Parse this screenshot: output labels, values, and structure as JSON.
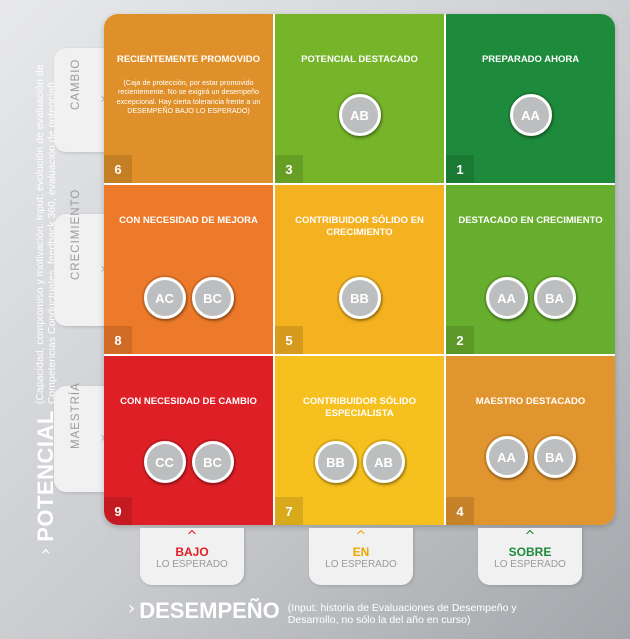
{
  "y_axis": {
    "arrow": "›",
    "title": "POTENCIAL",
    "note": "(Capacidad, compromiso y motivación. Input: evolución de evaluación de Competencias Conductuales, feedback 360, evaluación de potencial)"
  },
  "rows": [
    {
      "label": "CAMBIO",
      "chevron": "›"
    },
    {
      "label": "CRECIMIENTO",
      "chevron": "›"
    },
    {
      "label": "MAESTRÍA",
      "chevron": "›"
    }
  ],
  "cells": [
    {
      "num": "6",
      "title": "RECIENTEMENTE PROMOVIDO",
      "subtitle": "(Caja de protección, por estar promovido recientemente. No se exigirá un desempeño excepcional. Hay cierta tolerancia frente a un DESEMPEÑO BAJO LO ESPERADO)",
      "badges": [],
      "color": "#e0902a"
    },
    {
      "num": "3",
      "title": "POTENCIAL DESTACADO",
      "subtitle": "",
      "badges": [
        "AB"
      ],
      "color": "#76b42a"
    },
    {
      "num": "1",
      "title": "PREPARADO AHORA",
      "subtitle": "",
      "badges": [
        "AA"
      ],
      "color": "#1e8b3c"
    },
    {
      "num": "8",
      "title": "CON NECESIDAD DE MEJORA",
      "subtitle": "",
      "badges": [
        "AC",
        "BC"
      ],
      "color": "#ec7a2a"
    },
    {
      "num": "5",
      "title": "CONTRIBUIDOR SÓLIDO EN CRECIMIENTO",
      "subtitle": "",
      "badges": [
        "BB"
      ],
      "color": "#f4b120"
    },
    {
      "num": "2",
      "title": "DESTACADO EN CRECIMIENTO",
      "subtitle": "",
      "badges": [
        "AA",
        "BA"
      ],
      "color": "#68ae2e"
    },
    {
      "num": "9",
      "title": "CON NECESIDAD DE CAMBIO",
      "subtitle": "",
      "badges": [
        "CC",
        "BC"
      ],
      "color": "#df1f26"
    },
    {
      "num": "7",
      "title": "CONTRIBUIDOR SÓLIDO ESPECIALISTA",
      "subtitle": "",
      "badges": [
        "BB",
        "AB"
      ],
      "color": "#f6c11e"
    },
    {
      "num": "4",
      "title": "MAESTRO DESTACADO",
      "subtitle": "",
      "badges": [
        "AA",
        "BA"
      ],
      "color": "#e1952e"
    }
  ],
  "columns": [
    {
      "chevron": "^",
      "main": "BAJO",
      "secondary": "LO ESPERADO",
      "color": "#df1f26"
    },
    {
      "chevron": "^",
      "main": "EN",
      "secondary": "LO ESPERADO",
      "color": "#f0a500"
    },
    {
      "chevron": "^",
      "main": "SOBRE",
      "secondary": "LO ESPERADO",
      "color": "#1e8b3c"
    }
  ],
  "x_axis": {
    "arrow": "›",
    "title": "DESEMPEÑO",
    "note": "(Input: historia de Evaluaciones de Desempeño y Desarrollo, no sólo la del año en curso)"
  }
}
